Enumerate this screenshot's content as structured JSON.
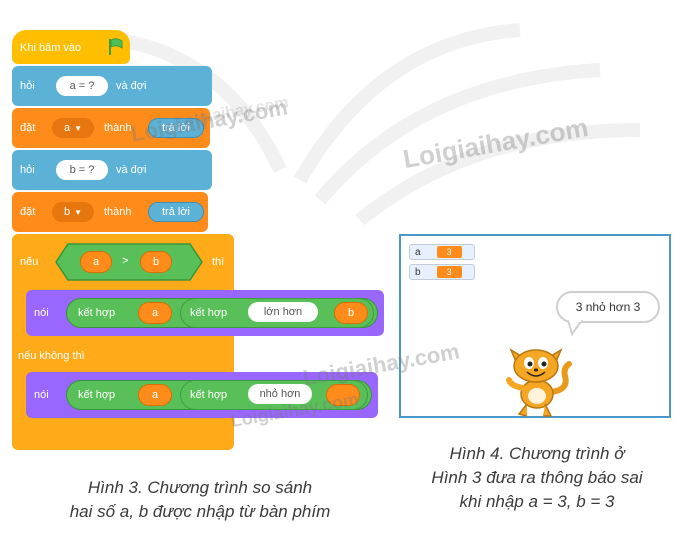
{
  "blocks": {
    "when_flag": "Khi bấm vào",
    "ask1": {
      "verb": "hỏi",
      "prompt": "a = ?",
      "suffix": "và đợi"
    },
    "set1": {
      "verb": "đặt",
      "var": "a",
      "to": "thành",
      "value": "trả lời"
    },
    "ask2": {
      "verb": "hỏi",
      "prompt": "b = ?",
      "suffix": "và đợi"
    },
    "set2": {
      "verb": "đặt",
      "var": "b",
      "to": "thành",
      "value": "trả lời"
    },
    "if": {
      "label": "nếu",
      "left": "a",
      "op": ">",
      "right": "b",
      "then": "thì"
    },
    "say1": {
      "verb": "nói",
      "join1": "kết hợp",
      "a": "a",
      "join2": "kết hợp",
      "text": "lớn hơn",
      "b": "b"
    },
    "else": "nếu không thì",
    "say2": {
      "verb": "nói",
      "join1": "kết hợp",
      "a": "a",
      "join2": "kết hợp",
      "text": "nhỏ hơn"
    }
  },
  "stage": {
    "monitors": [
      {
        "name": "a",
        "value": "3"
      },
      {
        "name": "b",
        "value": "3"
      }
    ],
    "speech": "3 nhỏ hơn 3"
  },
  "captions": {
    "fig3_line1": "Hình 3. Chương trình so sánh",
    "fig3_line2": "hai số a, b được nhập từ bàn phím",
    "fig4_line1": "Hình 4. Chương trình ở",
    "fig4_line2": "Hình 3 đưa ra thông báo sai",
    "fig4_line3": "khi nhập a = 3, b = 3"
  },
  "watermarks": [
    "Loigiaihay.com",
    "Loigiaihay.com",
    "Loigiaihay.com",
    "Loigiaihay.com",
    "Loigiaihay.com"
  ],
  "colors": {
    "events": "#ffbf00",
    "looks": "#9966ff",
    "sensing": "#5cb1d6",
    "variables": "#ff8c1a",
    "control": "#ffab19",
    "operators": "#59c059"
  }
}
